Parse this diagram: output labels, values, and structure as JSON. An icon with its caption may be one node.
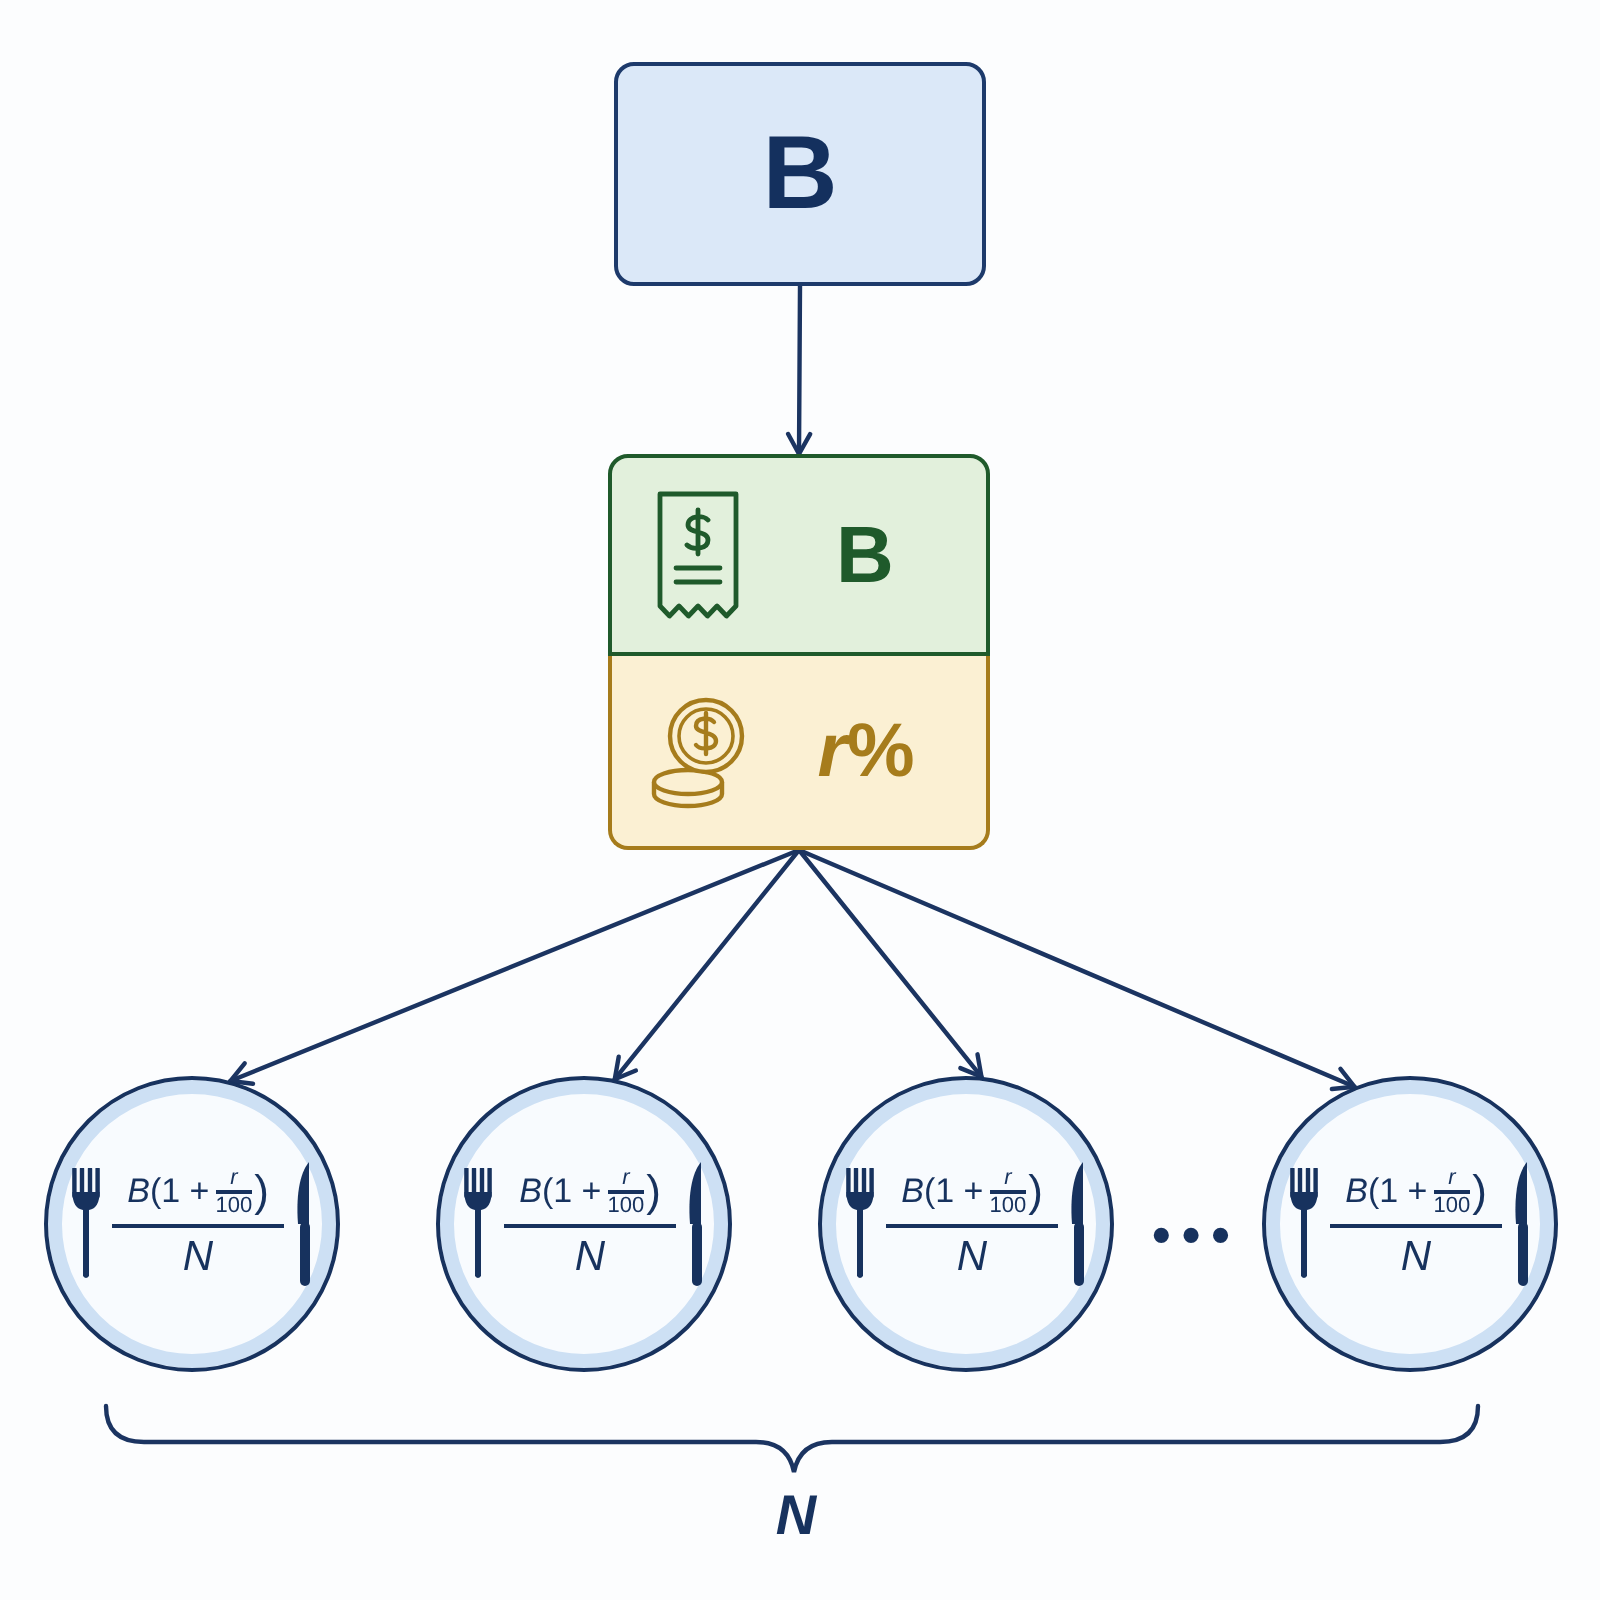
{
  "diagram": {
    "nodes": [
      {
        "text": [
          "B"
        ]
      },
      {
        "text": [
          "B"
        ]
      },
      {
        "text": [
          "*r*%"
        ]
      },
      {
        "text": [
          "*B*(1 +",
          "r",
          "100",
          ")",
          "N"
        ]
      },
      {
        "text": [
          "*B*(1 +",
          "r",
          "100",
          ")",
          "N"
        ]
      },
      {
        "text": [
          "*B*(1 +",
          "r",
          "100",
          ")",
          "N"
        ]
      },
      {
        "text": [
          "*B*(1 +",
          "r",
          "100",
          ")",
          "N"
        ]
      }
    ],
    "edges": [
      {
        "from": 0,
        "to": 1,
        "arrow": "to"
      },
      {
        "from": 2,
        "to": 3,
        "arrow": "to"
      },
      {
        "from": 2,
        "to": 4,
        "arrow": "to"
      },
      {
        "from": 2,
        "to": 5,
        "arrow": "to"
      },
      {
        "from": 2,
        "to": 6,
        "arrow": "to"
      }
    ],
    "labels": [
      "•••",
      "N"
    ]
  }
}
